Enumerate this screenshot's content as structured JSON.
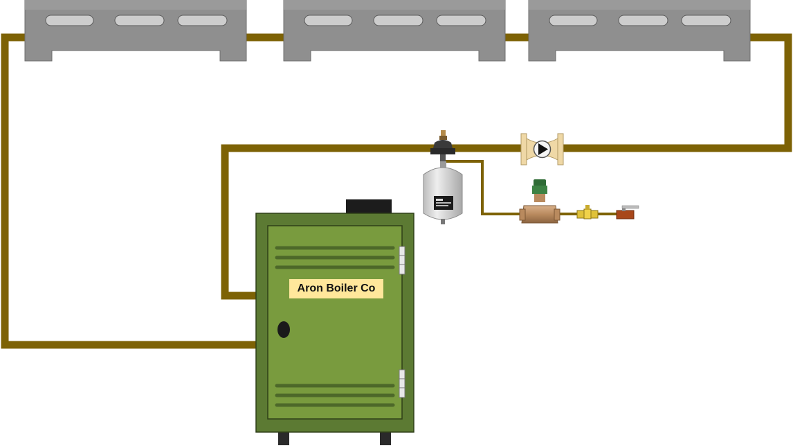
{
  "boiler": {
    "label": "Aron Boiler Co"
  },
  "colors": {
    "pipe": "#7d6205",
    "boiler_outer": "#5c7a33",
    "boiler_door": "#799b3e",
    "baseboard": "#8f8f8f",
    "expansion_tank": "#dadada",
    "circulator": "#efd8a6"
  },
  "components": {
    "baseboards": [
      "baseboard-heater",
      "baseboard-heater",
      "baseboard-heater"
    ],
    "icons": [
      "air-vent-icon",
      "expansion-tank-icon",
      "circulator-pump-icon",
      "pressure-reducing-valve-icon",
      "backflow-check-valve-icon",
      "ball-valve-icon"
    ]
  }
}
